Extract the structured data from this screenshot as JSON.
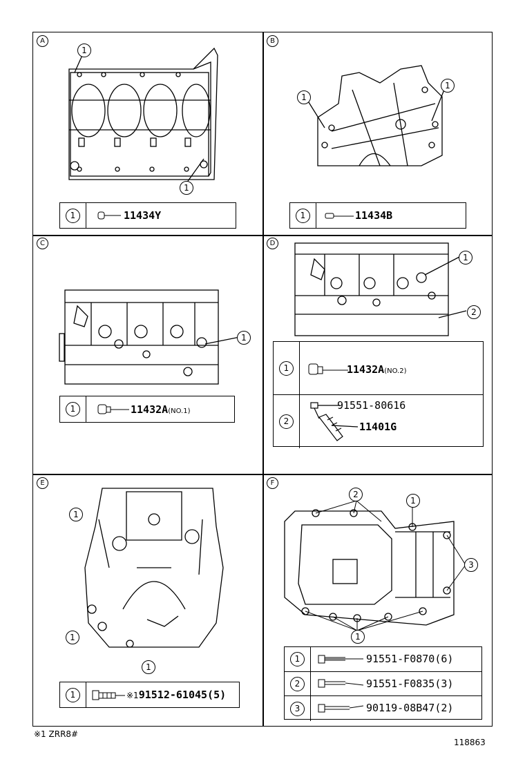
{
  "panels": {
    "A": {
      "letter": "A",
      "callouts": [
        "1",
        "1"
      ],
      "parts": [
        {
          "num": "1",
          "code": "11434Y",
          "note": "",
          "mark": ""
        }
      ]
    },
    "B": {
      "letter": "B",
      "callouts": [
        "1",
        "1"
      ],
      "parts": [
        {
          "num": "1",
          "code": "11434B",
          "note": "",
          "mark": ""
        }
      ]
    },
    "C": {
      "letter": "C",
      "callouts": [
        "1"
      ],
      "parts": [
        {
          "num": "1",
          "code": "11432A",
          "note": "(NO.1)",
          "mark": ""
        }
      ]
    },
    "D": {
      "letter": "D",
      "callouts": [
        "1",
        "2"
      ],
      "parts": [
        {
          "num": "1",
          "code": "11432A",
          "note": "(NO.2)",
          "mark": ""
        },
        {
          "num": "2",
          "code": "91551-80616",
          "code2": "11401G",
          "note": "",
          "mark": ""
        }
      ]
    },
    "E": {
      "letter": "E",
      "callouts": [
        "1",
        "1",
        "1"
      ],
      "parts": [
        {
          "num": "1",
          "code": "91512-61045(5)",
          "note": "",
          "mark": "※1"
        }
      ]
    },
    "F": {
      "letter": "F",
      "callouts": [
        "2",
        "1",
        "3",
        "1"
      ],
      "parts": [
        {
          "num": "1",
          "code": "91551-F0870(6)",
          "note": "",
          "mark": ""
        },
        {
          "num": "2",
          "code": "91551-F0835(3)",
          "note": "",
          "mark": ""
        },
        {
          "num": "3",
          "code": "90119-08B47(2)",
          "note": "",
          "mark": ""
        }
      ]
    }
  },
  "footnote": "※1 ZRR8#",
  "illustration_number": "118863"
}
